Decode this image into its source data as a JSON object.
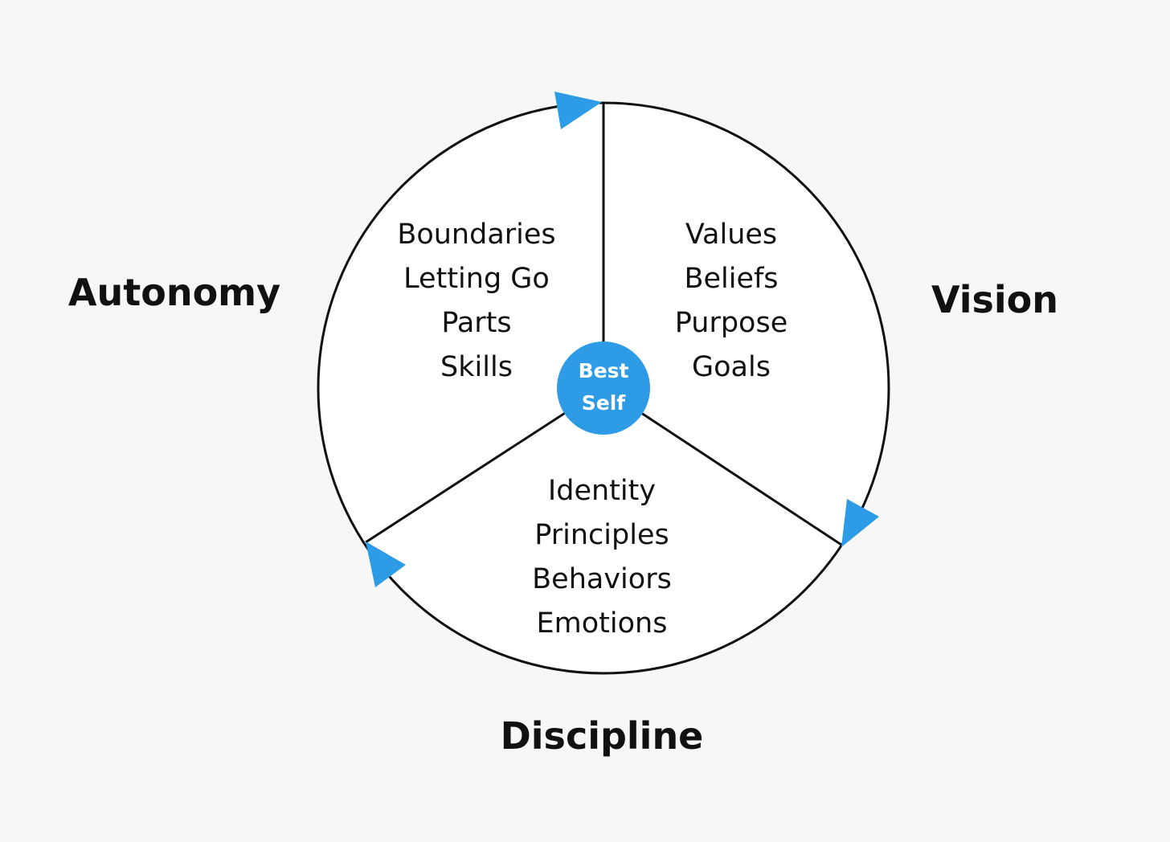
{
  "colors": {
    "accent": "#2e9be6",
    "stroke": "#111111",
    "circle_fill": "#ffffff",
    "background": "#f7f7f7"
  },
  "center": {
    "line1": "Best",
    "line2": "Self"
  },
  "sections": {
    "autonomy": {
      "title": "Autonomy",
      "items": [
        "Boundaries",
        "Letting Go",
        "Parts",
        "Skills"
      ]
    },
    "vision": {
      "title": "Vision",
      "items": [
        "Values",
        "Beliefs",
        "Purpose",
        "Goals"
      ]
    },
    "discipline": {
      "title": "Discipline",
      "items": [
        "Identity",
        "Principles",
        "Behaviors",
        "Emotions"
      ]
    }
  }
}
